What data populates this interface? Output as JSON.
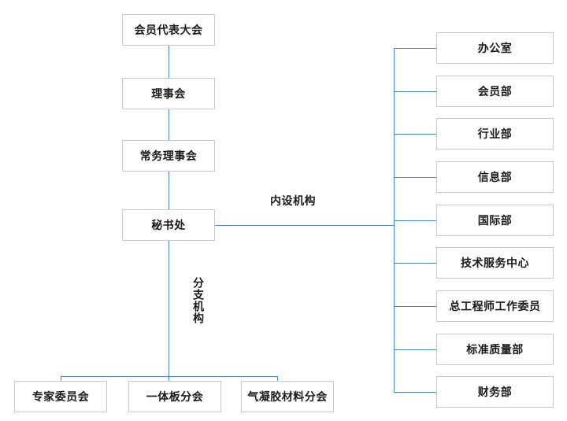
{
  "diagram": {
    "type": "org-chart",
    "title_text": "",
    "colors": {
      "connector": "#4a86c5",
      "box_border": "#c9c9c9",
      "box_fill": "#ffffff",
      "text": "#1a1a1a",
      "background": "#ffffff"
    },
    "hierarchy": {
      "nodes": [
        {
          "label": "会员代表大会"
        },
        {
          "label": "理事会"
        },
        {
          "label": "常务理事会"
        },
        {
          "label": "秘书处"
        }
      ]
    },
    "branch_labels": {
      "internal": "内设机构",
      "affiliate": "分支机构"
    },
    "internal_departments": [
      {
        "label": "办公室"
      },
      {
        "label": "会员部"
      },
      {
        "label": "行业部"
      },
      {
        "label": "信息部"
      },
      {
        "label": "国际部"
      },
      {
        "label": "技术服务中心"
      },
      {
        "label": "总工程师工作委员"
      },
      {
        "label": "标准质量部"
      },
      {
        "label": "财务部"
      }
    ],
    "affiliate_branches": [
      {
        "label": "专家委员会"
      },
      {
        "label": "一体板分会"
      },
      {
        "label": "气凝胶材料分会"
      }
    ]
  }
}
